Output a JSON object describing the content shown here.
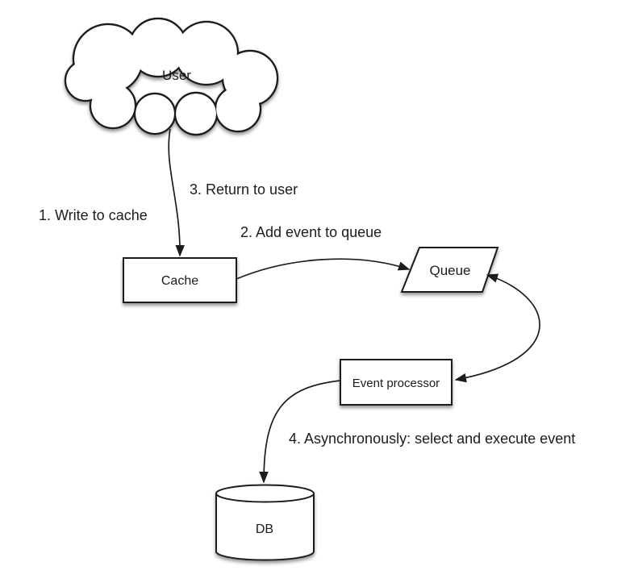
{
  "diagram": {
    "description": "Asynchronous write-back flow diagram: user writes to cache, event queued, processed asynchronously into DB",
    "background_color": "#ffffff",
    "stroke_color": "#1c1c1c",
    "shape_fill_color": "#ffffff",
    "text_color": "#1c1c1c",
    "nodes": [
      {
        "id": "user",
        "label": "User",
        "shape": "cloud"
      },
      {
        "id": "cache",
        "label": "Cache",
        "shape": "rectangle"
      },
      {
        "id": "queue",
        "label": "Queue",
        "shape": "parallelogram"
      },
      {
        "id": "event_processor",
        "label": "Event processor",
        "shape": "rectangle"
      },
      {
        "id": "db",
        "label": "DB",
        "shape": "cylinder"
      }
    ],
    "edges": [
      {
        "from": "user",
        "to": "cache",
        "arrow": "to",
        "style": "curved"
      },
      {
        "from": "cache",
        "to": "queue",
        "arrow": "to",
        "style": "curved"
      },
      {
        "from": "queue",
        "to": "event_processor",
        "arrow": "both",
        "style": "curved"
      },
      {
        "from": "event_processor",
        "to": "db",
        "arrow": "to",
        "style": "curved"
      }
    ],
    "steps": [
      "1. Write to cache",
      "3. Return to user",
      "2. Add event to queue",
      "4. Asynchronously: select and execute event"
    ]
  }
}
